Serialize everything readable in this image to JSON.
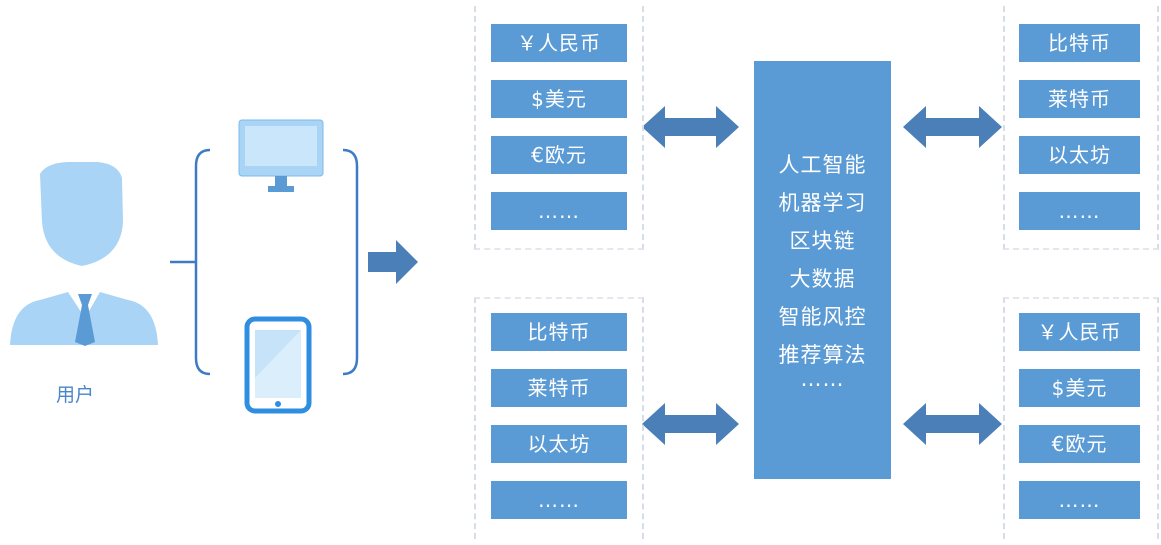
{
  "user": {
    "label": "用户"
  },
  "panels": {
    "top_left": [
      "￥人民币",
      "$美元",
      "€欧元",
      "……"
    ],
    "bottom_left": [
      "比特币",
      "莱特币",
      "以太坊",
      "……"
    ],
    "top_right": [
      "比特币",
      "莱特币",
      "以太坊",
      "……"
    ],
    "bottom_right": [
      "￥人民币",
      "$美元",
      "€欧元",
      "……"
    ]
  },
  "center": {
    "lines": [
      "人工智能",
      "机器学习",
      "区块链",
      "大数据",
      "智能风控",
      "推荐算法",
      "……"
    ]
  },
  "icons": [
    "user-icon",
    "desktop-monitor-icon",
    "mobile-phone-icon",
    "arrow-right-icon",
    "double-arrow-icon"
  ],
  "colors": {
    "accent": "#5b9bd5",
    "arrow": "#4a7fb8",
    "icon_light": "#a9d4f5",
    "bracket": "#3d7cc4"
  }
}
